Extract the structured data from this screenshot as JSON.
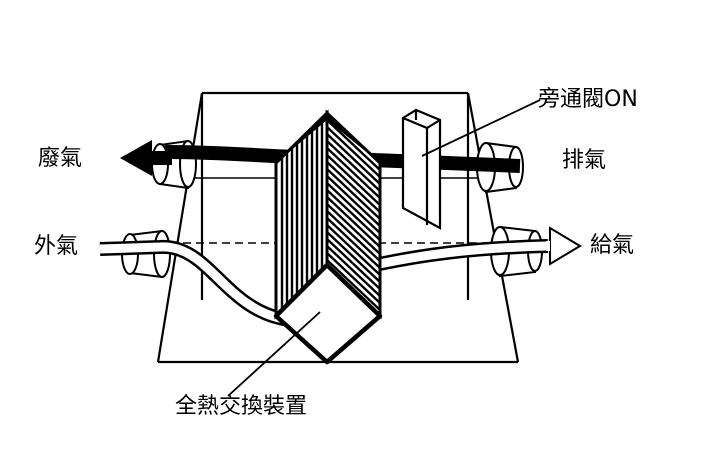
{
  "labels": {
    "bypass_valve": "旁通閥ON",
    "waste_air": "廢氣",
    "exhaust_air": "排氣",
    "outside_air": "外氣",
    "supply_air": "給氣",
    "heat_exchanger": "全熱交換裝置"
  },
  "colors": {
    "line": "#000000",
    "background": "#ffffff"
  }
}
